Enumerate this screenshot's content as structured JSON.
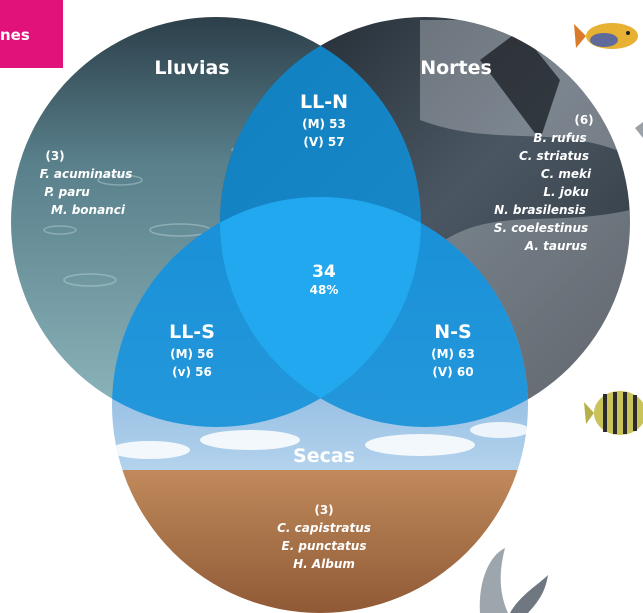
{
  "tag": {
    "text": "nes"
  },
  "colors": {
    "tag": "#e1127a",
    "overlap": "#0f8fd8",
    "center": "#22a8ee",
    "rain_water": "#6f98a2",
    "storm_sea": "#3b454f",
    "dry_field": "#a36a44",
    "sky": "#7fb2df"
  },
  "sets": {
    "lluvias": {
      "title": "Lluvias",
      "count": "(3)",
      "species": [
        "F. acuminatus",
        "P. paru",
        "M. bonanci"
      ]
    },
    "nortes": {
      "title": "Nortes",
      "count": "(6)",
      "species": [
        "B. rufus",
        "C. striatus",
        "C. meki",
        "L. joku",
        "N. brasilensis",
        "S. coelestinus",
        "A. taurus"
      ]
    },
    "secas": {
      "title": "Secas",
      "count": "(3)",
      "species": [
        "C. capistratus",
        "E. punctatus",
        "H. Album"
      ]
    }
  },
  "intersections": {
    "ll_n": {
      "title": "LL-N",
      "m": "(M) 53",
      "v": "(V) 57"
    },
    "ll_s": {
      "title": "LL-S",
      "m": "(M) 56",
      "v": "(v) 56"
    },
    "n_s": {
      "title": "N-S",
      "m": "(M) 63",
      "v": "(V) 60"
    },
    "center": {
      "value": "34",
      "pct": "48%"
    }
  },
  "decor_icons": [
    "yellow-fish-icon",
    "striped-fish-icon",
    "small-fish-icon",
    "fish-tail-icon"
  ]
}
